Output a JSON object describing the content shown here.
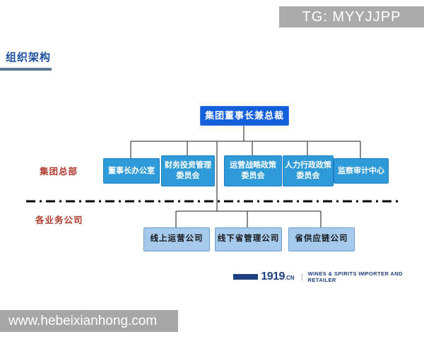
{
  "badge": {
    "text": "TG: MYYJJPP"
  },
  "header": {
    "title": "组织架构"
  },
  "org_chart": {
    "root": {
      "label": "集团董事长兼总裁"
    },
    "sections": {
      "hq_label": "集团总部",
      "business_label": "各业务公司"
    },
    "hq_units": [
      {
        "lines": [
          "董事长办公室"
        ]
      },
      {
        "lines": [
          "财务投资管理",
          "委员会"
        ]
      },
      {
        "lines": [
          "运营战略政策",
          "委员会"
        ]
      },
      {
        "lines": [
          "人力行政政策",
          "委员会"
        ]
      },
      {
        "lines": [
          "监察审计中心"
        ]
      }
    ],
    "companies": [
      {
        "label": "线上运营公司"
      },
      {
        "label": "线下省管理公司"
      },
      {
        "label": "省供应链公司"
      }
    ]
  },
  "footer": {
    "logo_text": "1919",
    "logo_suffix": ".CN",
    "divider": "|",
    "tagline": "WINES & SPIRITS IMPORTER AND RETAILER"
  },
  "watermark": {
    "text": "www.hebeixianhong.com"
  },
  "colors": {
    "root_box_blue": "#145fdb",
    "hq_box_blue": "#2e9ad8",
    "company_box_blue": "#a6caec",
    "section_label_red": "#b03a2e",
    "title_blue": "#1a4e9e",
    "footer_navy": "#1f4080",
    "badge_gray": "#ababab",
    "watermark_gray": "#a6a6a6"
  }
}
